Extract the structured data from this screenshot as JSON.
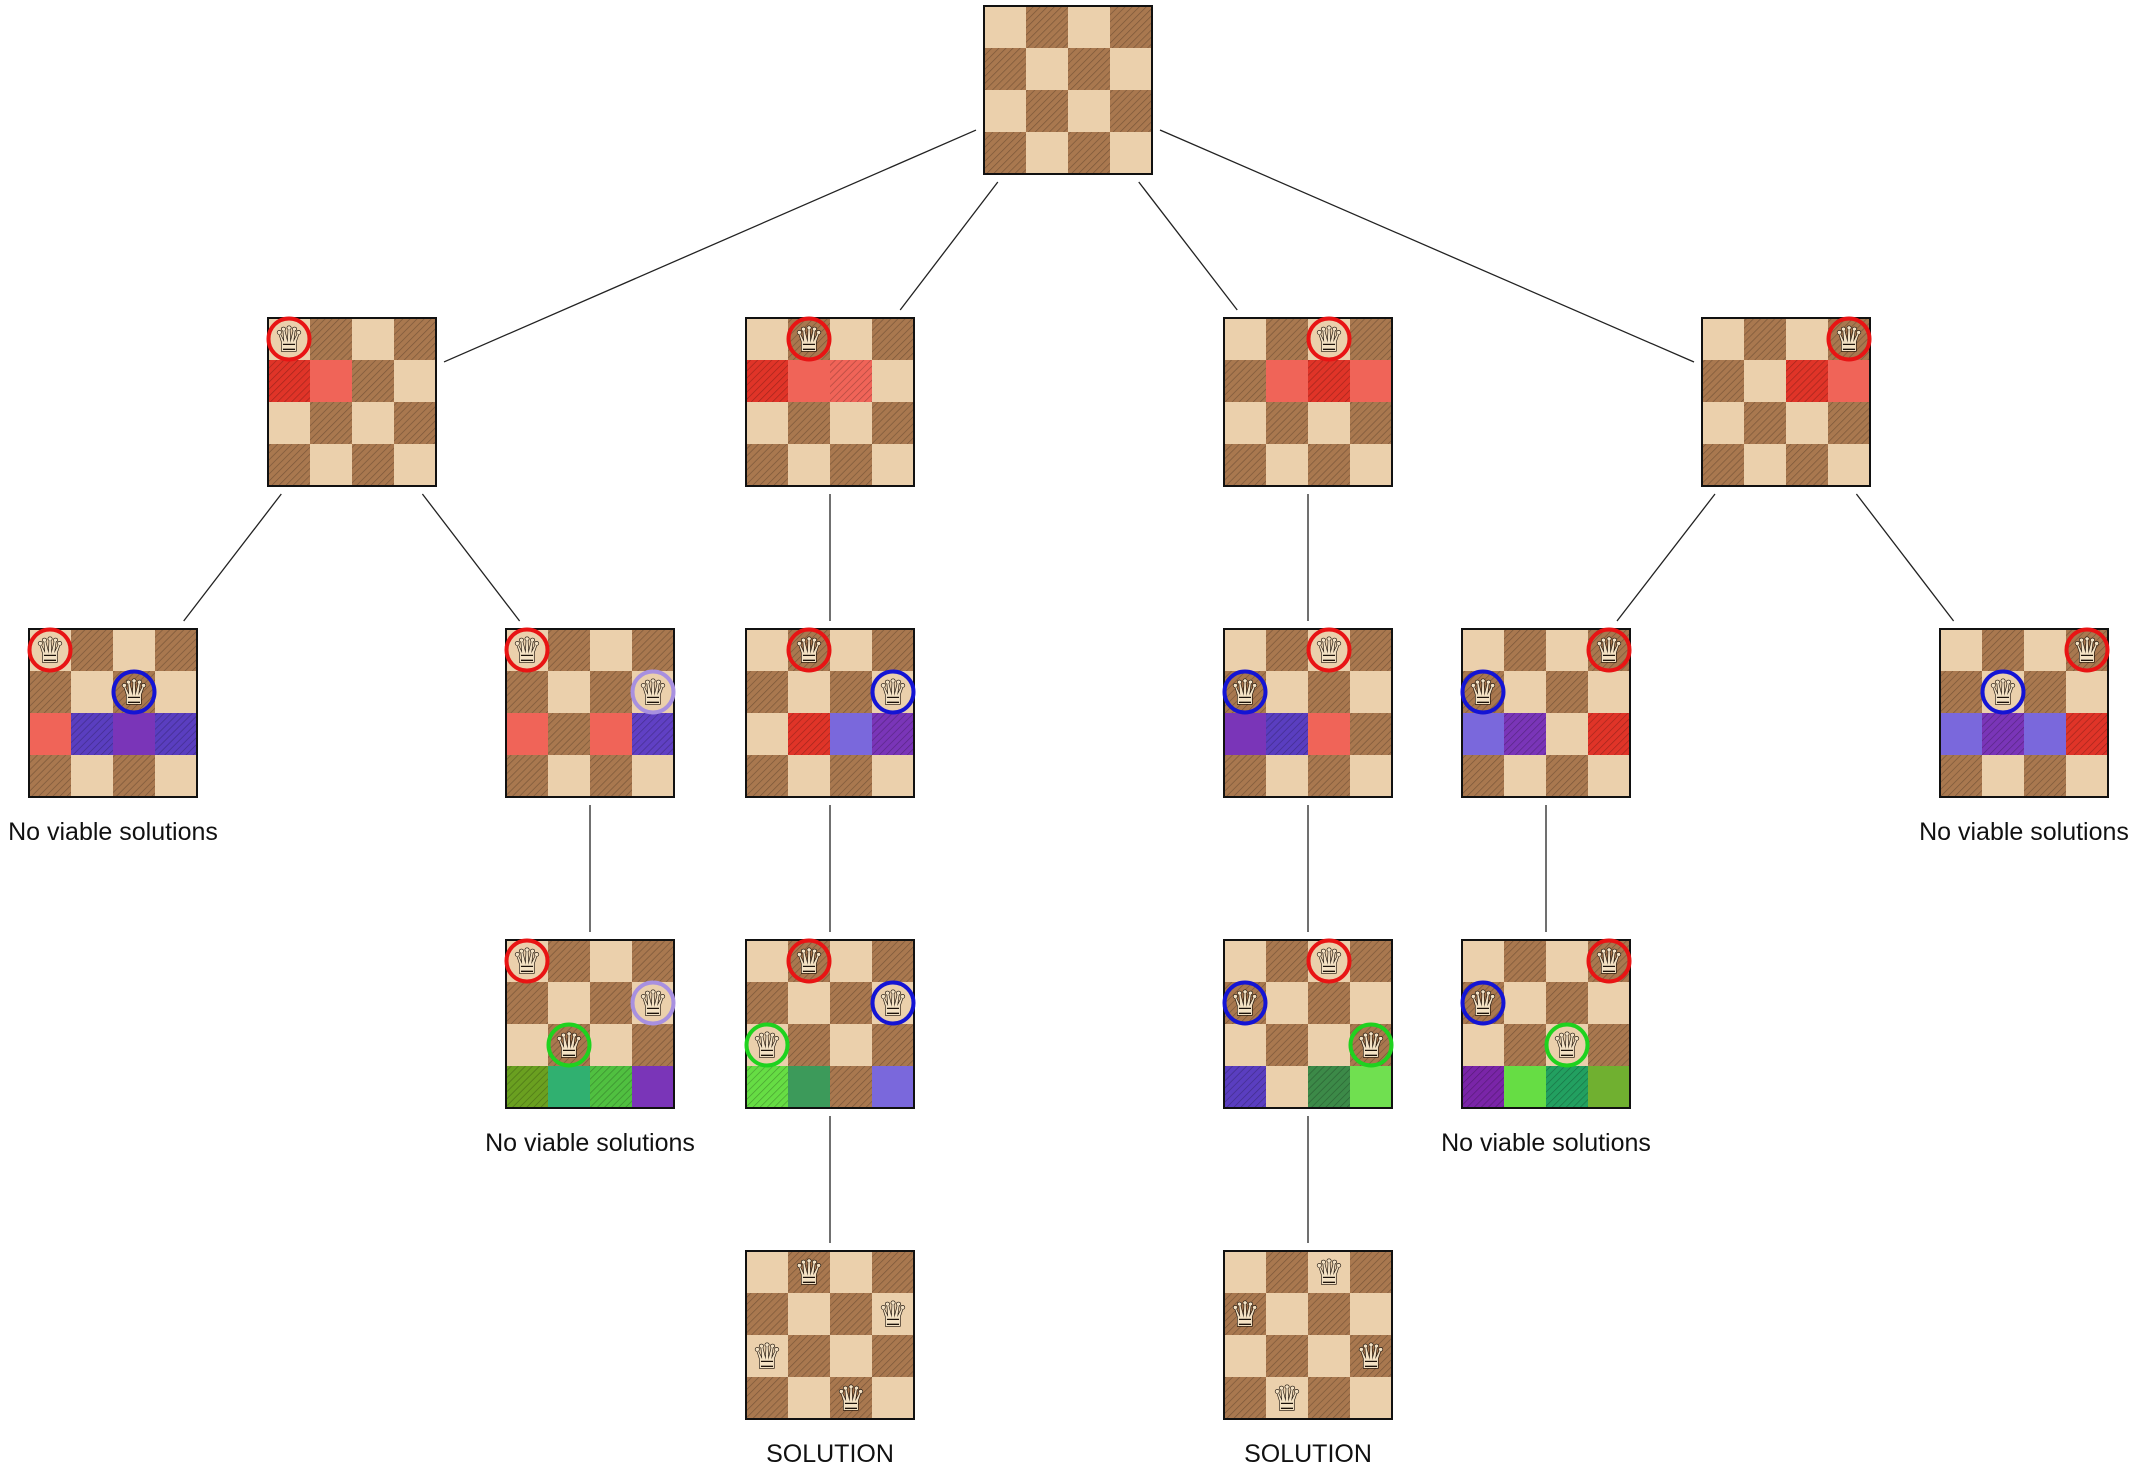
{
  "diagram": {
    "queen_glyph": "♛",
    "colors": {
      "light": "#ebd0ac",
      "dark": "#a9784f",
      "ring_red": "#e81414",
      "ring_blue": "#1414d4",
      "ring_lavender": "#a890e0",
      "ring_green": "#1fd21f",
      "edge": "#222222"
    },
    "boards": [
      {
        "id": "root",
        "queens": [],
        "hl": []
      },
      {
        "id": "a",
        "queens": [
          [
            0,
            0,
            "r"
          ]
        ],
        "hl": [
          [
            1,
            0,
            "#e03428"
          ],
          [
            1,
            1,
            "#f06458"
          ]
        ]
      },
      {
        "id": "b",
        "queens": [
          [
            0,
            1,
            "r"
          ]
        ],
        "hl": [
          [
            1,
            0,
            "#e03428"
          ],
          [
            1,
            1,
            "#f06458"
          ],
          [
            1,
            2,
            "#f06458"
          ]
        ]
      },
      {
        "id": "c",
        "queens": [
          [
            0,
            2,
            "r"
          ]
        ],
        "hl": [
          [
            1,
            1,
            "#f06458"
          ],
          [
            1,
            2,
            "#e03428"
          ],
          [
            1,
            3,
            "#f06458"
          ]
        ]
      },
      {
        "id": "d",
        "queens": [
          [
            0,
            3,
            "r"
          ]
        ],
        "hl": [
          [
            1,
            2,
            "#e03428"
          ],
          [
            1,
            3,
            "#f06458"
          ]
        ]
      },
      {
        "id": "a1",
        "queens": [
          [
            0,
            0,
            "r"
          ],
          [
            1,
            2,
            "b"
          ]
        ],
        "hl": [
          [
            2,
            0,
            "#f06458"
          ],
          [
            2,
            1,
            "#5a3ec0"
          ],
          [
            2,
            2,
            "#7a35b8"
          ],
          [
            2,
            3,
            "#5a3ec0"
          ]
        ]
      },
      {
        "id": "a2",
        "queens": [
          [
            0,
            0,
            "r"
          ],
          [
            1,
            3,
            "l"
          ]
        ],
        "hl": [
          [
            2,
            0,
            "#f06458"
          ],
          [
            2,
            2,
            "#f06458"
          ],
          [
            2,
            3,
            "#6040c4"
          ]
        ]
      },
      {
        "id": "a2a",
        "queens": [
          [
            0,
            0,
            "r"
          ],
          [
            1,
            3,
            "l"
          ],
          [
            2,
            1,
            "g"
          ]
        ],
        "hl": [
          [
            3,
            0,
            "#6aa020"
          ],
          [
            3,
            1,
            "#30b070"
          ],
          [
            3,
            2,
            "#50c040"
          ],
          [
            3,
            3,
            "#7a35b8"
          ]
        ]
      },
      {
        "id": "b1",
        "queens": [
          [
            0,
            1,
            "r"
          ],
          [
            1,
            3,
            "b"
          ]
        ],
        "hl": [
          [
            2,
            1,
            "#e03428"
          ],
          [
            2,
            2,
            "#7a68dc"
          ],
          [
            2,
            3,
            "#7a35b8"
          ]
        ]
      },
      {
        "id": "b1a",
        "queens": [
          [
            0,
            1,
            "r"
          ],
          [
            1,
            3,
            "b"
          ],
          [
            2,
            0,
            "g"
          ]
        ],
        "hl": [
          [
            3,
            0,
            "#66dd44"
          ],
          [
            3,
            1,
            "#3c9a5a"
          ],
          [
            3,
            3,
            "#7a68dc"
          ]
        ]
      },
      {
        "id": "b1s",
        "queens": [
          [
            0,
            1,
            "n"
          ],
          [
            1,
            3,
            "n"
          ],
          [
            2,
            0,
            "n"
          ],
          [
            3,
            2,
            "n"
          ]
        ],
        "hl": []
      },
      {
        "id": "c1",
        "queens": [
          [
            0,
            2,
            "r"
          ],
          [
            1,
            0,
            "b"
          ]
        ],
        "hl": [
          [
            2,
            0,
            "#7a35b8"
          ],
          [
            2,
            1,
            "#5a3ec0"
          ],
          [
            2,
            2,
            "#f06458"
          ]
        ]
      },
      {
        "id": "c1a",
        "queens": [
          [
            0,
            2,
            "r"
          ],
          [
            1,
            0,
            "b"
          ],
          [
            2,
            3,
            "g"
          ]
        ],
        "hl": [
          [
            3,
            0,
            "#5a3ec0"
          ],
          [
            3,
            2,
            "#3c8a48"
          ],
          [
            3,
            3,
            "#70e050"
          ]
        ]
      },
      {
        "id": "c1s",
        "queens": [
          [
            0,
            2,
            "n"
          ],
          [
            1,
            0,
            "n"
          ],
          [
            2,
            3,
            "n"
          ],
          [
            3,
            1,
            "n"
          ]
        ],
        "hl": []
      },
      {
        "id": "d1",
        "queens": [
          [
            0,
            3,
            "r"
          ],
          [
            1,
            0,
            "b"
          ]
        ],
        "hl": [
          [
            2,
            0,
            "#7a68dc"
          ],
          [
            2,
            1,
            "#7a35b8"
          ],
          [
            2,
            3,
            "#e03428"
          ]
        ]
      },
      {
        "id": "d1a",
        "queens": [
          [
            0,
            3,
            "r"
          ],
          [
            1,
            0,
            "b"
          ],
          [
            2,
            2,
            "g"
          ]
        ],
        "hl": [
          [
            3,
            0,
            "#7a25a8"
          ],
          [
            3,
            1,
            "#66dd44"
          ],
          [
            3,
            2,
            "#22a060"
          ],
          [
            3,
            3,
            "#70b030"
          ]
        ]
      },
      {
        "id": "d2",
        "queens": [
          [
            0,
            3,
            "r"
          ],
          [
            1,
            1,
            "b"
          ]
        ],
        "hl": [
          [
            2,
            0,
            "#7a68dc"
          ],
          [
            2,
            1,
            "#7a35b8"
          ],
          [
            2,
            2,
            "#7a68dc"
          ],
          [
            2,
            3,
            "#e03428"
          ]
        ]
      }
    ],
    "captions": [
      {
        "board": "a1",
        "text": "No viable solutions"
      },
      {
        "board": "d2",
        "text": "No viable solutions"
      },
      {
        "board": "a2a",
        "text": "No viable solutions"
      },
      {
        "board": "d1a",
        "text": "No viable solutions"
      },
      {
        "board": "b1s",
        "text": "SOLUTION"
      },
      {
        "board": "c1s",
        "text": "SOLUTION"
      }
    ],
    "edges": [
      [
        "root",
        "a"
      ],
      [
        "root",
        "b"
      ],
      [
        "root",
        "c"
      ],
      [
        "root",
        "d"
      ],
      [
        "a",
        "a1"
      ],
      [
        "a",
        "a2"
      ],
      [
        "b",
        "b1"
      ],
      [
        "c",
        "c1"
      ],
      [
        "d",
        "d1"
      ],
      [
        "d",
        "d2"
      ],
      [
        "a2",
        "a2a"
      ],
      [
        "b1",
        "b1a"
      ],
      [
        "c1",
        "c1a"
      ],
      [
        "d1",
        "d1a"
      ],
      [
        "b1a",
        "b1s"
      ],
      [
        "c1a",
        "c1s"
      ]
    ]
  }
}
